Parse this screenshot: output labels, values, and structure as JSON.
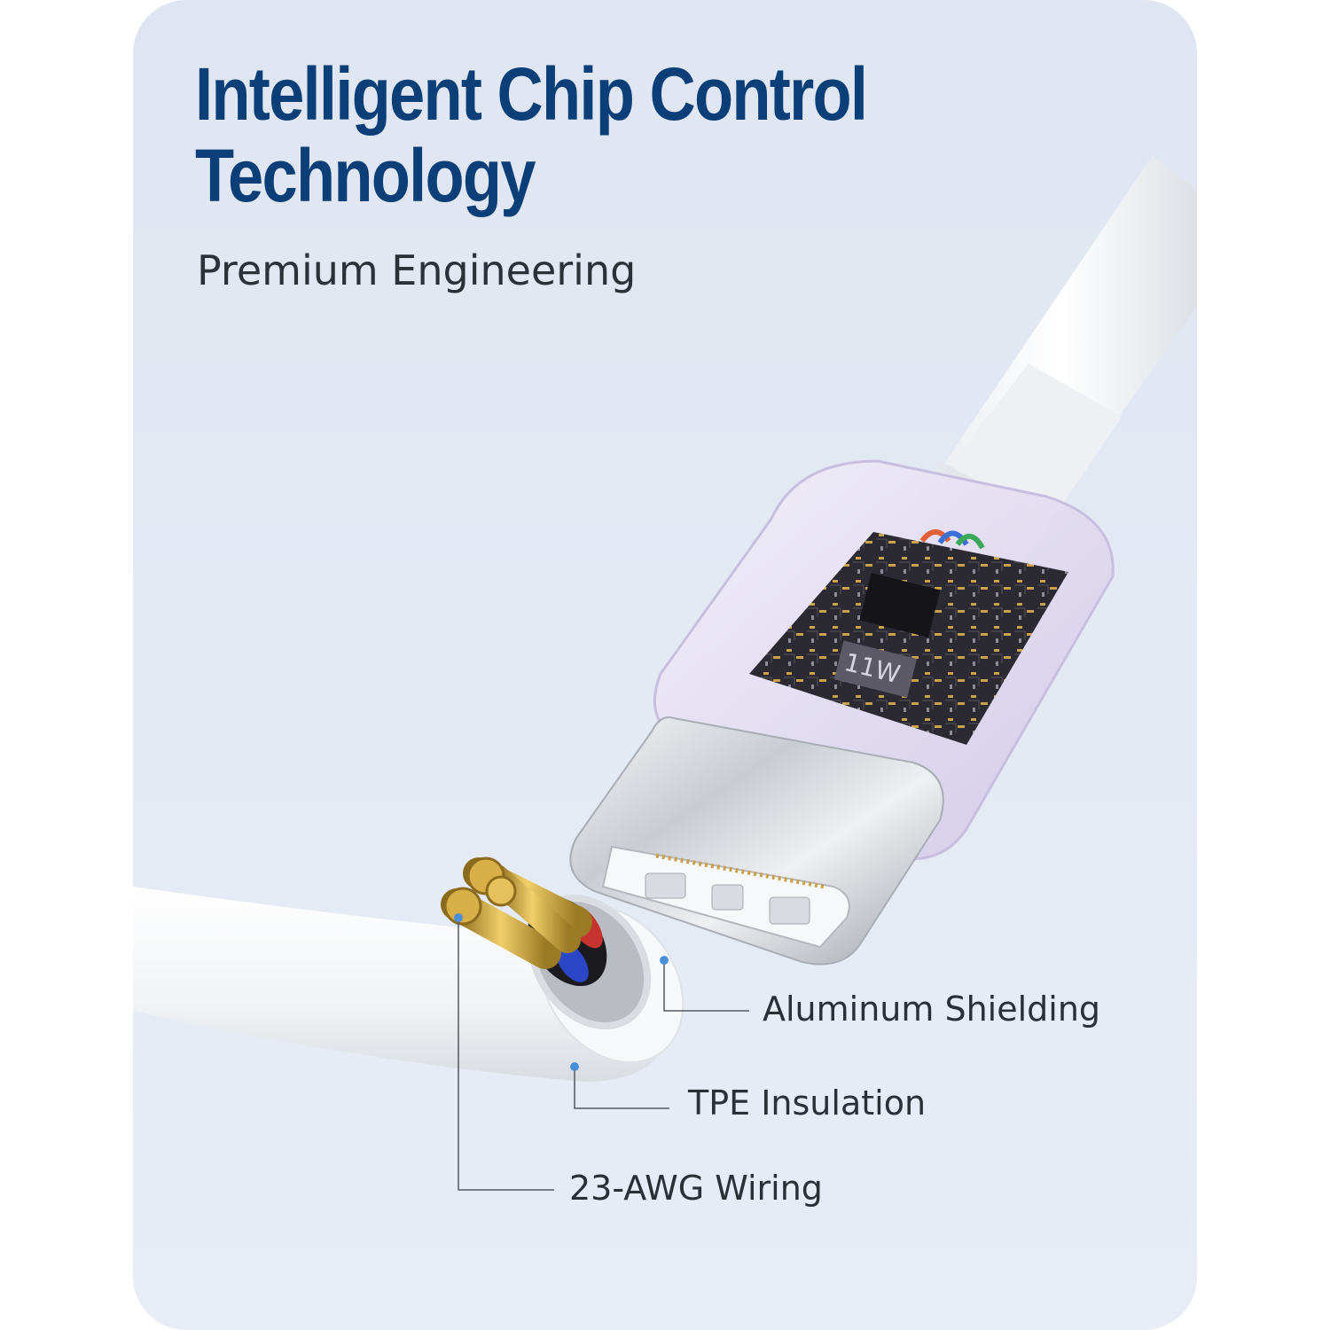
{
  "headline": {
    "line1": "Intelligent Chip Control",
    "line2": "Technology"
  },
  "subheadline": "Premium Engineering",
  "chip_marking": "11W",
  "callouts": {
    "aluminum": "Aluminum Shielding",
    "tpe": "TPE Insulation",
    "awg": "23-AWG Wiring"
  },
  "colors": {
    "headline": "#0c3f78",
    "background": "#e2e8f2",
    "leader_dot": "#4a90d9"
  }
}
